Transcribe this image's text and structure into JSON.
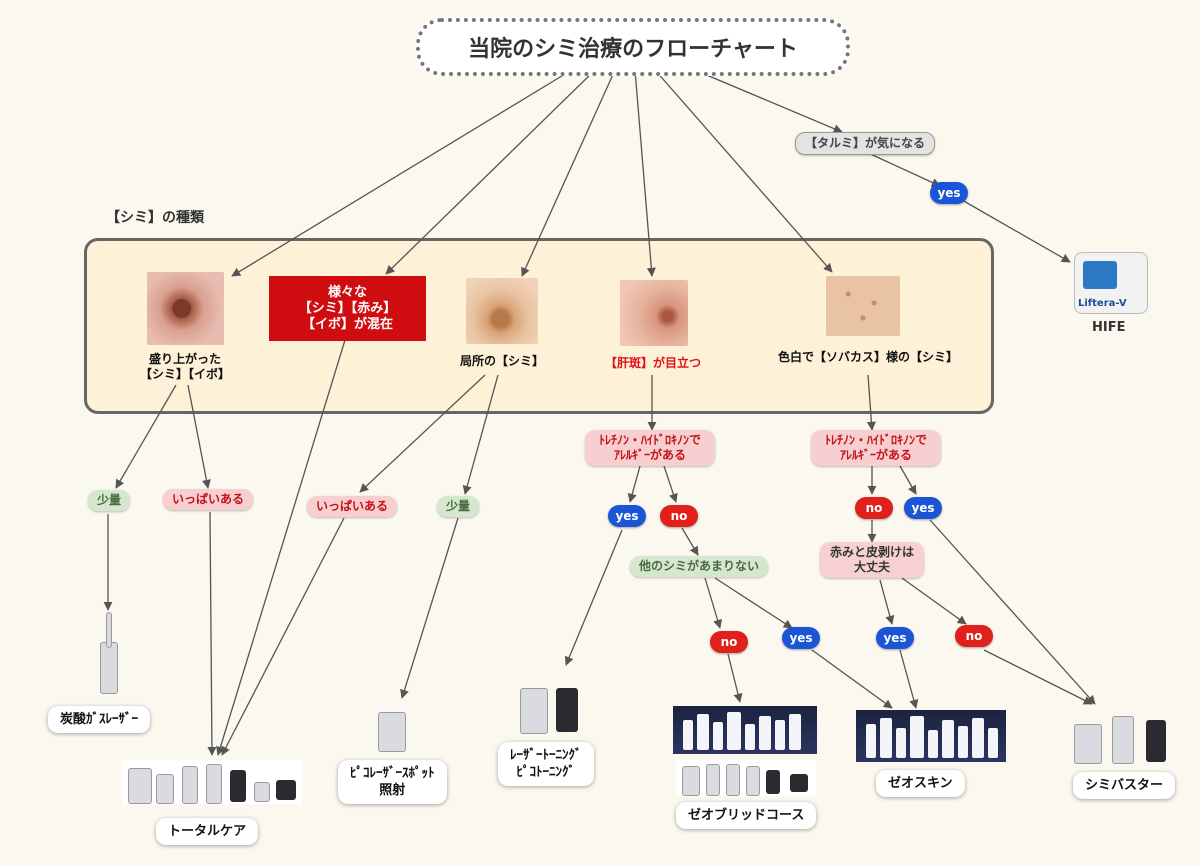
{
  "title": "当院のシミ治療のフローチャート",
  "section_label": "【シミ】の種類",
  "categories": {
    "raised": "盛り上がった\n【シミ】【イボ】",
    "mixed": "様々な\n【シミ】【赤み】\n【イボ】が混在",
    "local": "局所の【シミ】",
    "melasma": "【肝斑】が目立つ",
    "freckles": "色白で【ソバカス】様の【シミ】"
  },
  "sagging": "【タルミ】が気になる",
  "conditions": {
    "few_1": "少量",
    "many_1": "いっぱいある",
    "many_2": "いっぱいある",
    "few_2": "少量",
    "allergy_1": "ﾄﾚﾁﾉﾝ・ﾊｲﾄﾞﾛｷﾉﾝで\nｱﾚﾙｷﾞｰがある",
    "allergy_2": "ﾄﾚﾁﾉﾝ・ﾊｲﾄﾞﾛｷﾉﾝで\nｱﾚﾙｷﾞｰがある",
    "few_other": "他のシミがあまりない",
    "redness": "赤みと皮剥けは\n大丈夫"
  },
  "yesno": {
    "yes": "yes",
    "no": "no"
  },
  "results": {
    "co2": "炭酸ｶﾞｽﾚｰｻﾞｰ",
    "total": "トータルケア",
    "pico_spot": "ﾋﾟｺﾚｰｻﾞｰｽﾎﾟｯﾄ\n照射",
    "toning": "ﾚｰｻﾞｰﾄｰﾆﾝｸﾞ\nﾋﾟｺﾄｰﾆﾝｸﾞ",
    "zeobrid": "ゼオブリッドコース",
    "zeoskin": "ゼオスキン",
    "buster": "シミバスター",
    "hifu": "HIFE",
    "hifu_logo": "Liftera-V"
  },
  "colors": {
    "yes": "#1a55d6",
    "no": "#e0201c",
    "edge": "#555555",
    "box_bg": "#fdf1d7"
  }
}
